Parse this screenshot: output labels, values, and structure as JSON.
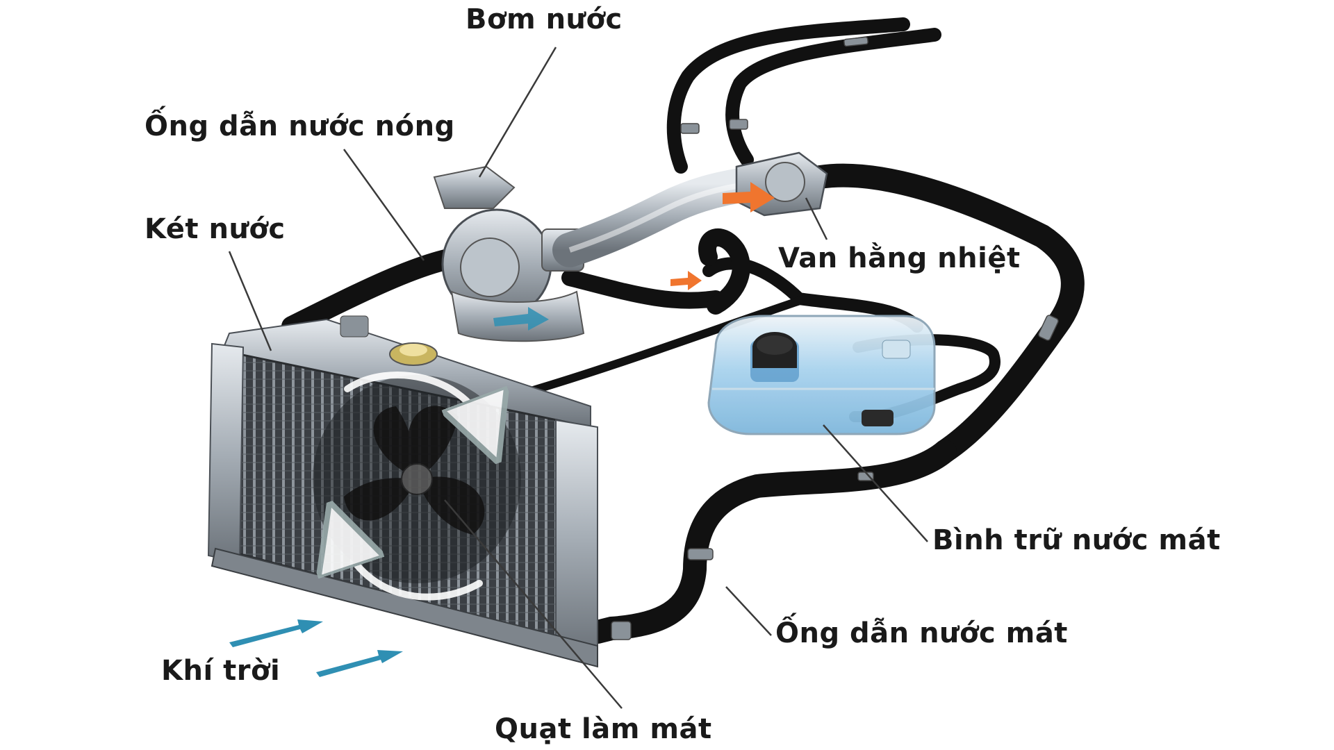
{
  "labels": {
    "water_pump": "Bơm nước",
    "hot_water_pipe": "Ống dẫn nước nóng",
    "radiator": "Két nước",
    "thermostat": "Van hằng nhiệt",
    "coolant_reservoir": "Bình trữ nước mát",
    "cold_water_pipe": "Ống dẫn nước mát",
    "outside_air": "Khí trời",
    "cooling_fan": "Quạt làm mát"
  },
  "colors": {
    "hose": "#111111",
    "metal": "#9aa3ab",
    "radiator_frame": "#6e747b",
    "coolant": "#8fc6ea",
    "hot_flow_arrow": "#f0752e",
    "cold_flow_arrow": "#2a8bb4",
    "air_arrow": "#2f8fb3"
  },
  "icons": [
    "radiator",
    "cooling-fan",
    "water-pump",
    "thermostat-housing",
    "coolant-reservoir",
    "airflow-arrow",
    "flow-arrow"
  ]
}
